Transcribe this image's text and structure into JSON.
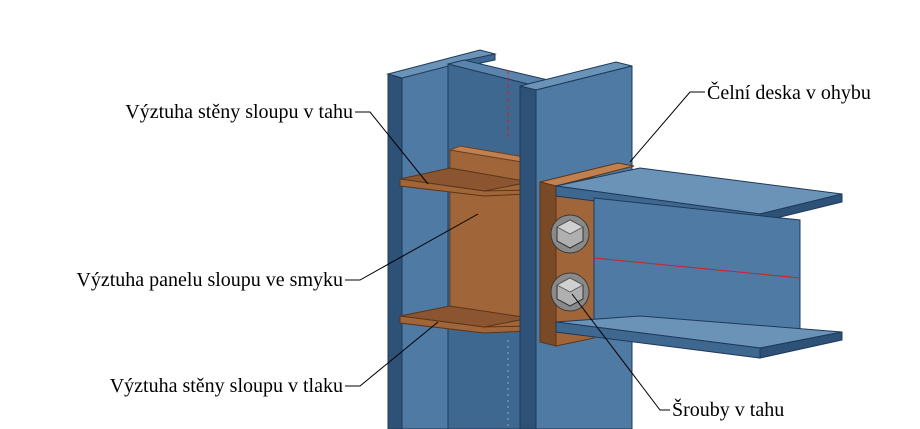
{
  "labels": {
    "web_stiffener_tension": "Výztuha stěny sloupu v tahu",
    "end_plate_bending": "Čelní deska v ohybu",
    "panel_stiffener_shear": "Výztuha panelu sloupu ve smyku",
    "web_stiffener_compression": "Výztuha stěny sloupu v tlaku",
    "bolts_tension": "Šrouby v tahu"
  },
  "colors": {
    "steel_light": "#4f7aa3",
    "steel_mid": "#3f6890",
    "steel_dark": "#2d5177",
    "steel_edge": "#1e3a5a",
    "stiffener": "#a0663a",
    "stiffener_dark": "#7a4a26",
    "bolt": "#9a9a9a",
    "centerline": "#d0202a"
  }
}
